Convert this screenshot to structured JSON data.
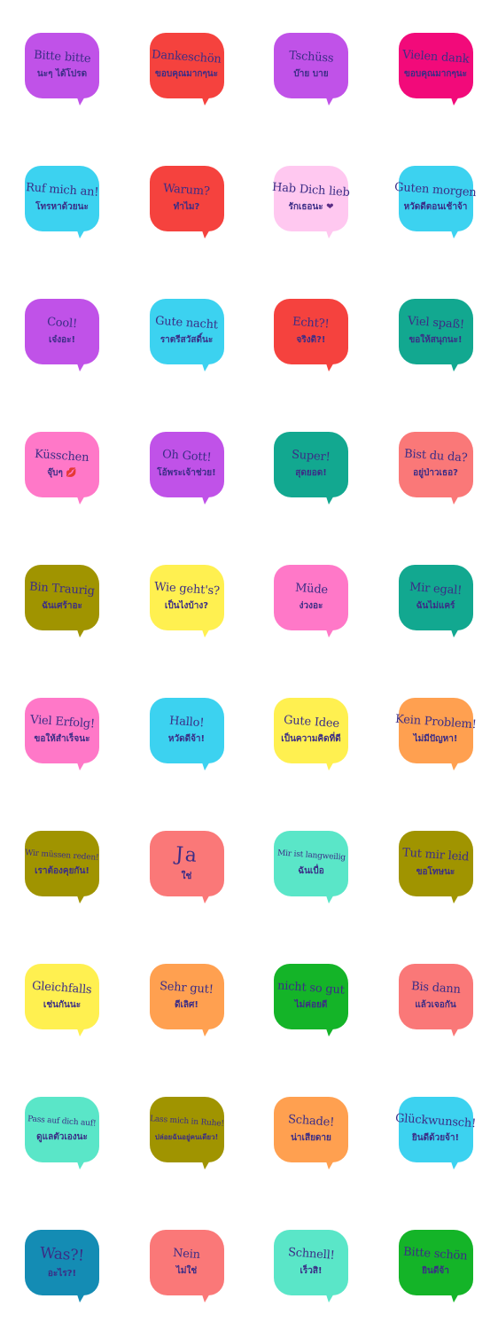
{
  "stickers": [
    {
      "de": "Bitte bitte",
      "th": "นะๆ ได้โปรด",
      "color": "#c052e8"
    },
    {
      "de": "Dankeschön",
      "th": "ขอบคุณมากๆนะ",
      "color": "#f5423e"
    },
    {
      "de": "Tschüss",
      "th": "บ๊าย บาย",
      "color": "#c052e8"
    },
    {
      "de": "Vielen dank",
      "th": "ขอบคุณมากๆนะ",
      "color": "#f20a7a"
    },
    {
      "de": "Ruf mich an!",
      "th": "โทรหาด้วยนะ",
      "color": "#3cd2f0"
    },
    {
      "de": "Warum?",
      "th": "ทำไม?",
      "color": "#f5423e"
    },
    {
      "de": "Hab Dich lieb",
      "th": "รักเธอนะ",
      "color": "#ffc8f0",
      "deco": "❤",
      "decoRed": false
    },
    {
      "de": "Guten morgen",
      "th": "หวัดดีตอนเช้าจ้า",
      "color": "#3cd2f0"
    },
    {
      "de": "Cool!",
      "th": "เจ๋งอะ!",
      "color": "#c052e8"
    },
    {
      "de": "Gute nacht",
      "th": "ราตรีสวัสดิ์นะ",
      "color": "#3cd2f0"
    },
    {
      "de": "Echt?!",
      "th": "จริงดิ?!",
      "color": "#f5423e"
    },
    {
      "de": "Viel spaß!",
      "th": "ขอให้สนุกนะ!",
      "color": "#12a890"
    },
    {
      "de": "Küsschen",
      "th": "จุ๊บๆ",
      "color": "#ff78c8",
      "deco": "💋",
      "decoRed": true
    },
    {
      "de": "Oh Gott!",
      "th": "โอ้พระเจ้าช่วย!",
      "color": "#c052e8"
    },
    {
      "de": "Super!",
      "th": "สุดยอด!",
      "color": "#12a890"
    },
    {
      "de": "Bist du da?",
      "th": "อยู่ป่าวเธอ?",
      "color": "#fa7878"
    },
    {
      "de": "Bin Traurig",
      "th": "ฉันเศร้าอะ",
      "color": "#a09400"
    },
    {
      "de": "Wie geht's?",
      "th": "เป็นไงบ้าง?",
      "color": "#fff050"
    },
    {
      "de": "Müde",
      "th": "ง่วงอะ",
      "color": "#ff78c8"
    },
    {
      "de": "Mir egal!",
      "th": "ฉันไม่แคร์",
      "color": "#12a890"
    },
    {
      "de": "Viel Erfolg!",
      "th": "ขอให้สำเร็จนะ",
      "color": "#ff78c8"
    },
    {
      "de": "Hallo!",
      "th": "หวัดดีจ้า!",
      "color": "#3cd2f0"
    },
    {
      "de": "Gute Idee",
      "th": "เป็นความคิดที่ดี",
      "color": "#fff050"
    },
    {
      "de": "Kein Problem!",
      "th": "ไม่มีปัญหา!",
      "color": "#ffa050"
    },
    {
      "de": "Wir müssen  reden!",
      "th": "เราต้องคุยกัน!",
      "color": "#a09400",
      "small": true
    },
    {
      "de": "Ja",
      "th": "ใช่",
      "color": "#fa7878",
      "big": true
    },
    {
      "de": "Mir ist langweilig",
      "th": "ฉันเบื่อ",
      "color": "#5ae6c8",
      "small": true
    },
    {
      "de": "Tut mir leid",
      "th": "ขอโทษนะ",
      "color": "#a09400"
    },
    {
      "de": "Gleichfalls",
      "th": "เช่นกันนะ",
      "color": "#fff050"
    },
    {
      "de": "Sehr gut!",
      "th": "ดีเลิศ!",
      "color": "#ffa050"
    },
    {
      "de": "nicht so gut",
      "th": "ไม่ค่อยดี",
      "color": "#14b428"
    },
    {
      "de": "Bis dann",
      "th": "แล้วเจอกัน",
      "color": "#fa7878"
    },
    {
      "de": "Pass auf dich auf!",
      "th": "ดูแลตัวเองนะ",
      "color": "#5ae6c8",
      "small": true
    },
    {
      "de": "Lass mich in Ruhe!",
      "th": "ปล่อยฉันอยู่คนเดียว!",
      "color": "#a09400",
      "small": true,
      "thSmall": true
    },
    {
      "de": "Schade!",
      "th": "น่าเสียดาย",
      "color": "#ffa050"
    },
    {
      "de": "Glückwunsch!",
      "th": "ยินดีด้วยจ้า!",
      "color": "#3cd2f0"
    },
    {
      "de": "Was?!",
      "th": "อะไร?!",
      "color": "#148cb4",
      "bigger": true
    },
    {
      "de": "Nein",
      "th": "ไม่ใช่",
      "color": "#fa7878"
    },
    {
      "de": "Schnell!",
      "th": "เร็วสิ!",
      "color": "#5ae6c8"
    },
    {
      "de": "Bitte schön",
      "th": "ยินดีจ้า",
      "color": "#14b428"
    }
  ]
}
